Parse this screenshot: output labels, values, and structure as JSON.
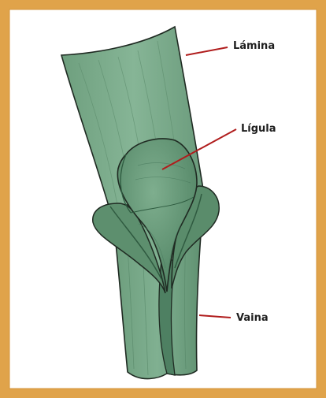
{
  "labels": {
    "lamina": "Lámina",
    "ligula": "Lígula",
    "vaina": "Vaina"
  },
  "colors": {
    "frame": "#e0a34a",
    "background": "#ffffff",
    "leaf_light": "#79ab8a",
    "leaf_mid": "#5f9271",
    "leaf_dark": "#3e6c4f",
    "outline": "#1f2a22",
    "leader_line": "#b01c1c"
  },
  "icons": [
    "grass-leaf-illustration"
  ]
}
